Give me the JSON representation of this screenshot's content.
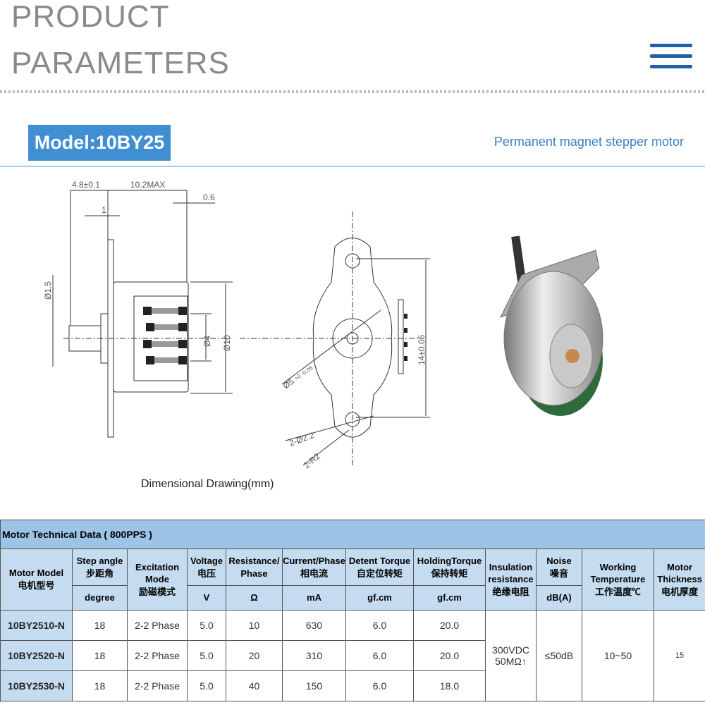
{
  "header": {
    "title_line1": "PRODUCT",
    "title_line2": "PARAMETERS",
    "menu_icon": "hamburger-icon"
  },
  "model": {
    "label": "Model:10BY25",
    "subtitle": "Permanent magnet stepper motor"
  },
  "drawing": {
    "caption": "Dimensional Drawing(mm)",
    "dims": {
      "d1": "4.8±0.1",
      "d2": "10.2MAX",
      "d3": "0.6",
      "d4": "1",
      "d5": "Ø1.5",
      "d6": "Ø4",
      "d7": "Ø10",
      "d8": "14±0.05",
      "d9": "Ø5",
      "d9tol": "+0 -0.05",
      "d10": "2-Ø2.2",
      "d11": "2-R2"
    }
  },
  "table": {
    "title": "Motor Technical Data ( 800PPS )",
    "headers": [
      {
        "en": "Motor Model",
        "cn": "电机型号"
      },
      {
        "en": "Step angle",
        "cn": "步距角",
        "unit": "degree"
      },
      {
        "en": "Excitation Mode",
        "cn": "励磁模式"
      },
      {
        "en": "Voltage",
        "cn": "电压",
        "unit": "V"
      },
      {
        "en": "Resistance/ Phase",
        "unit": "Ω"
      },
      {
        "en": "Current/Phase",
        "cn": "相电流",
        "unit": "mA"
      },
      {
        "en": "Detent Torque",
        "cn": "自定位转矩",
        "unit": "gf.cm"
      },
      {
        "en": "HoldingTorque",
        "cn": "保持转矩",
        "unit": "gf.cm"
      },
      {
        "en": "Insulation resistance",
        "cn": "绝缘电阻"
      },
      {
        "en": "Noise",
        "cn": "噪音",
        "unit": "dB(A)"
      },
      {
        "en": "Working Temperature",
        "cn": "工作温度℃"
      },
      {
        "en": "Motor Thickness",
        "cn": "电机厚度"
      }
    ],
    "rows": [
      [
        "10BY2510-N",
        "18",
        "2-2 Phase",
        "5.0",
        "10",
        "630",
        "6.0",
        "20.0"
      ],
      [
        "10BY2520-N",
        "18",
        "2-2 Phase",
        "5.0",
        "20",
        "310",
        "6.0",
        "20.0"
      ],
      [
        "10BY2530-N",
        "18",
        "2-2 Phase",
        "5.0",
        "40",
        "150",
        "6.0",
        "18.0"
      ]
    ],
    "shared": {
      "insulation": "300VDC 50MΩ↑",
      "noise": "≤50dB",
      "temperature": "10~50",
      "thickness": "15"
    }
  }
}
